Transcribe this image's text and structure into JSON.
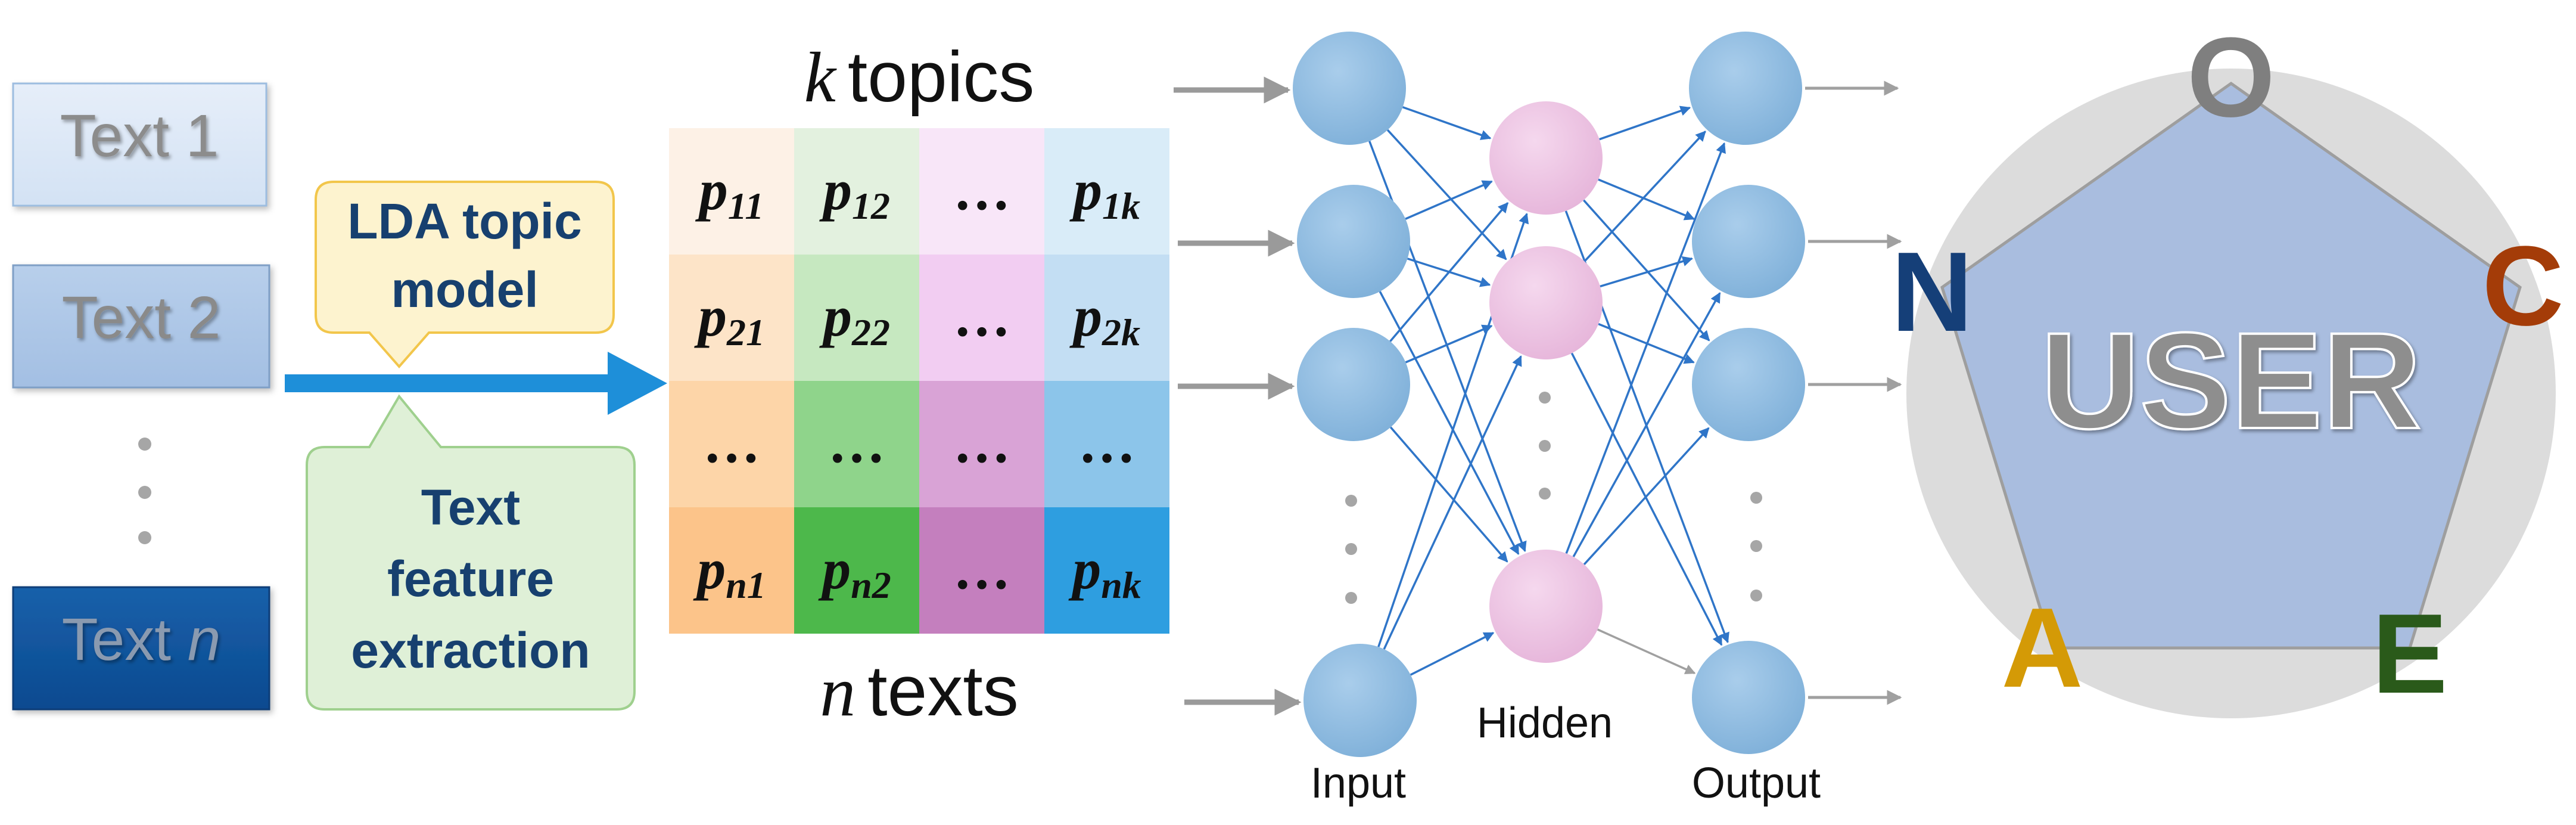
{
  "texts": {
    "items": [
      "Text 1",
      "Text 2",
      "···",
      "Text"
    ],
    "last_item_var": "n",
    "lda_label_line1": "LDA topic",
    "lda_label_line2": "model",
    "feature_line1": "Text",
    "feature_line2": "feature",
    "feature_line3": "extraction"
  },
  "matrix": {
    "top_label_var": "k",
    "top_label_word": "topics",
    "bottom_label_var": "n",
    "bottom_label_word": "texts",
    "rows": [
      [
        [
          "p",
          "11"
        ],
        [
          "p",
          "12"
        ],
        [
          "…",
          ""
        ],
        [
          "p",
          "1k"
        ]
      ],
      [
        [
          "p",
          "21"
        ],
        [
          "p",
          "22"
        ],
        [
          "…",
          ""
        ],
        [
          "p",
          "2k"
        ]
      ],
      [
        [
          "…",
          ""
        ],
        [
          "…",
          ""
        ],
        [
          "…",
          ""
        ],
        [
          "…",
          ""
        ]
      ],
      [
        [
          "p",
          "n1"
        ],
        [
          "p",
          "n2"
        ],
        [
          "…",
          ""
        ],
        [
          "p",
          "nk"
        ]
      ]
    ],
    "column_colors": [
      [
        "#fdf1e6",
        "#fde4c8",
        "#fdd5a8",
        "#fcc48a"
      ],
      [
        "#e3f1df",
        "#c6e8c0",
        "#8fd48b",
        "#4db84b"
      ],
      [
        "#f8e6f8",
        "#f2cdf2",
        "#d9a3d6",
        "#c47fbe"
      ],
      [
        "#d9ecf8",
        "#c3def3",
        "#8cc5ea",
        "#2e9ee0"
      ]
    ]
  },
  "network": {
    "input_label": "Input",
    "hidden_label": "Hidden",
    "output_label": "Output",
    "node_color": "#92bde0",
    "hidden_color": "#eec6e4",
    "edge_color": "#2f75c8"
  },
  "pentagon": {
    "center_label": "USER",
    "traits": [
      {
        "letter": "O",
        "color": "#7f7f7f"
      },
      {
        "letter": "C",
        "color": "#a43c08"
      },
      {
        "letter": "E",
        "color": "#2a5a1a"
      },
      {
        "letter": "A",
        "color": "#d49a06"
      },
      {
        "letter": "N",
        "color": "#153f78"
      }
    ],
    "fill": "#a9bddf",
    "circle_fill": "#dcdcdc"
  }
}
